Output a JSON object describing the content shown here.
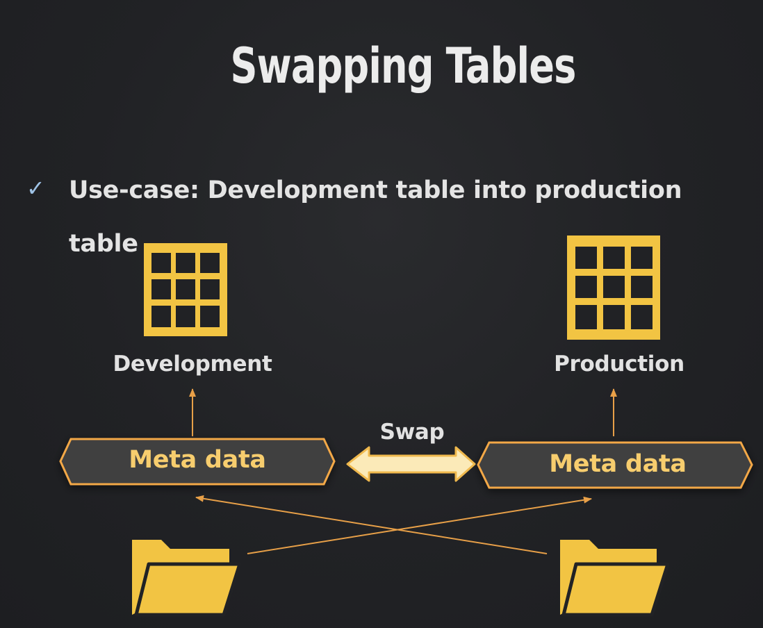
{
  "slide": {
    "title": "Swapping Tables",
    "bullet": {
      "icon": "checkmark-icon",
      "line1": "Use-case: Development table into production",
      "line2": "table"
    }
  },
  "diagram": {
    "dev_caption": "Development",
    "prod_caption": "Production",
    "swap_label": "Swap",
    "meta_left": "Meta data",
    "meta_right": "Meta data"
  },
  "colors": {
    "background": "#212225",
    "accent_yellow": "#f2c443",
    "meta_border": "#f3a847",
    "meta_fill": "#3f3f40",
    "meta_text": "#f7cd6e",
    "arrow_orange": "#e8a048",
    "swap_arrow_fill": "#fbeab8",
    "check_blue": "#9fc3e6"
  }
}
